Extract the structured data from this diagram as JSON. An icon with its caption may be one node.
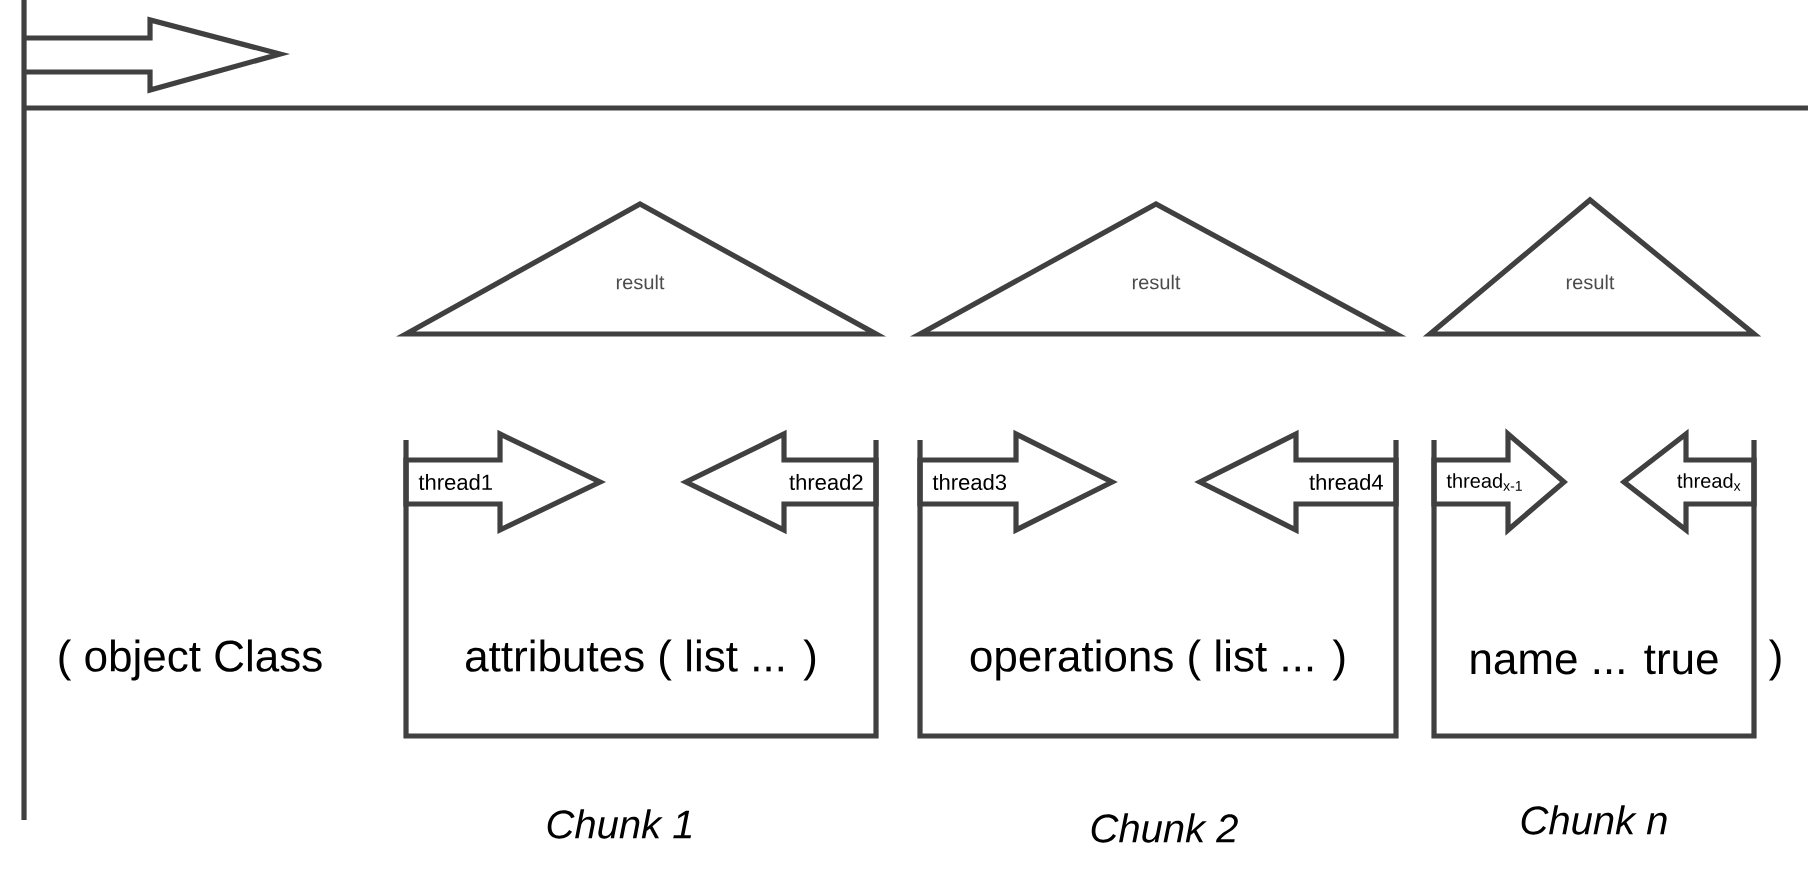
{
  "diagram": {
    "nodes": [
      {
        "text": [
          "result"
        ]
      },
      {
        "text": [
          "result"
        ]
      },
      {
        "text": [
          "result"
        ]
      },
      {
        "text": [
          "thread1"
        ],
        "in": 9
      },
      {
        "text": [
          "thread2"
        ],
        "in": 9
      },
      {
        "text": [
          "thread3"
        ],
        "in": 10
      },
      {
        "text": [
          "thread4"
        ],
        "in": 10
      },
      {
        "text": [
          "thread$_{x-1}$"
        ],
        "in": 11
      },
      {
        "text": [
          "thread$_{x}$"
        ],
        "in": 11
      },
      {
        "text": [
          "attributes ( list ... )"
        ]
      },
      {
        "text": [
          "operations ( list  ... )"
        ]
      },
      {
        "text": [
          "name ... true"
        ]
      }
    ],
    "labels": [
      "( object Class",
      ")",
      "Chunk 1",
      "Chunk 2",
      "Chunk n"
    ]
  }
}
